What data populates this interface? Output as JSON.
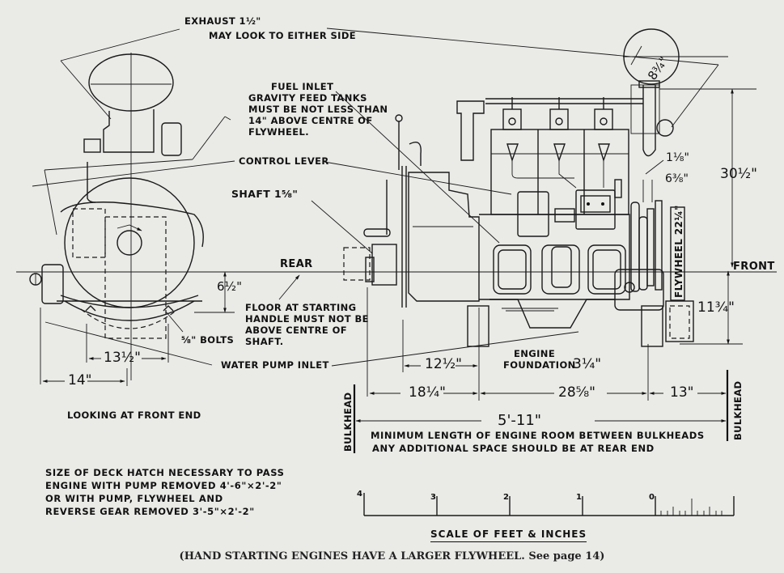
{
  "labels": {
    "exhaust": "EXHAUST 1½\"",
    "exhaust_note": "MAY LOOK TO EITHER SIDE",
    "fuel_inlet": "FUEL INLET",
    "fuel_note": [
      "GRAVITY FEED TANKS",
      "MUST BE NOT LESS THAN",
      "14\" ABOVE CENTRE OF",
      "FLYWHEEL."
    ],
    "control_lever": "CONTROL LEVER",
    "shaft": "SHAFT 1⅝\"",
    "rear": "REAR",
    "floor_note": [
      "FLOOR AT STARTING",
      "HANDLE MUST NOT BE",
      "ABOVE CENTRE OF",
      "SHAFT."
    ],
    "bolts": "⅝\" BOLTS",
    "water_pump_inlet": "WATER PUMP INLET",
    "engine_foundation": [
      "ENGINE",
      "FOUNDATION"
    ],
    "front": "FRONT",
    "flywheel": "FLYWHEEL 22¼\"",
    "bulkhead_left": "BULKHEAD",
    "bulkhead_right": "BULKHEAD",
    "looking_front": "LOOKING AT FRONT END"
  },
  "dimensions": {
    "exhaust_dia": "8¾\"",
    "height_top": "30½\"",
    "height_bottom": "11¾\"",
    "gap_1_1_8": "1⅛\"",
    "gap_6_3_8": "6⅜\"",
    "shaft_drop": "6½\"",
    "bolt_span": "13½\"",
    "front_width": "14\"",
    "rear_12_1_2": "12½\"",
    "rear_18_1_4": "18¼\"",
    "middle": "28⅝\"",
    "front_clear": "13\"",
    "foundation_width": "3¼\"",
    "total_length": "5'-11\""
  },
  "notes": {
    "min_length": [
      "MINIMUM LENGTH OF ENGINE ROOM BETWEEN BULKHEADS",
      "ANY ADDITIONAL SPACE SHOULD BE AT REAR END"
    ],
    "deck_hatch": [
      "SIZE OF DECK HATCH NECESSARY TO PASS",
      "ENGINE WITH PUMP REMOVED 4'-6\"×2'-2\"",
      "OR WITH PUMP, FLYWHEEL AND",
      "REVERSE GEAR REMOVED 3'-5\"×2'-2\""
    ]
  },
  "scale": {
    "title": "SCALE OF FEET & INCHES",
    "ticks": [
      "4",
      "3",
      "2",
      "1",
      "0"
    ]
  },
  "caption": "(HAND STARTING ENGINES HAVE A LARGER FLYWHEEL.  See page 14)"
}
